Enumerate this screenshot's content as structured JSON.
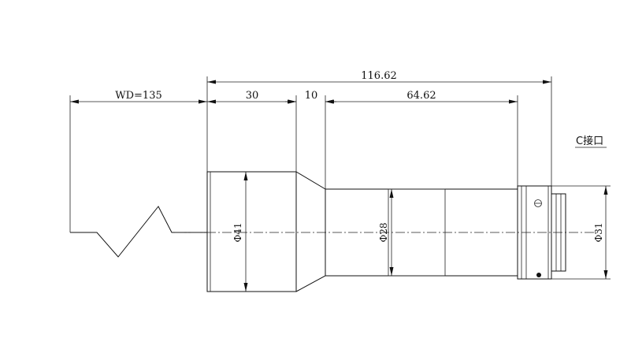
{
  "dimensions": {
    "overall_length": "116.62",
    "working_distance": "WD=135",
    "front_section": "30",
    "taper_section": "10",
    "rear_section": "64.62",
    "front_diameter": "Φ41",
    "mid_diameter": "Φ28",
    "mount_diameter": "Φ31"
  },
  "notes": {
    "mount_label": "C接口"
  },
  "colors": {
    "line": "#111111",
    "background": "#ffffff"
  }
}
